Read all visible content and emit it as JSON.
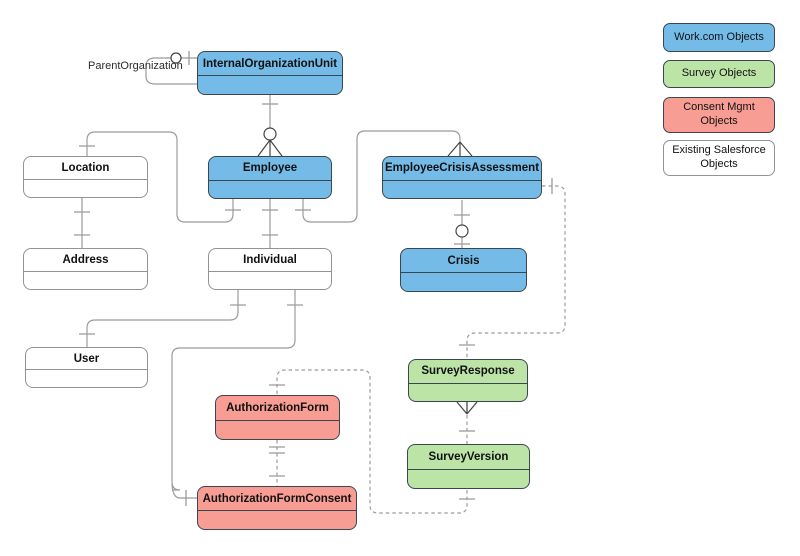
{
  "diagram": {
    "entities": [
      {
        "name": "InternalOrganizationUnit",
        "category": "workcom"
      },
      {
        "name": "Employee",
        "category": "workcom"
      },
      {
        "name": "EmployeeCrisisAssessment",
        "category": "workcom"
      },
      {
        "name": "Crisis",
        "category": "workcom"
      },
      {
        "name": "Location",
        "category": "existing"
      },
      {
        "name": "Address",
        "category": "existing"
      },
      {
        "name": "Individual",
        "category": "existing"
      },
      {
        "name": "User",
        "category": "existing"
      },
      {
        "name": "SurveyResponse",
        "category": "survey"
      },
      {
        "name": "SurveyVersion",
        "category": "survey"
      },
      {
        "name": "AuthorizationForm",
        "category": "consent"
      },
      {
        "name": "AuthorizationFormConsent",
        "category": "consent"
      }
    ],
    "relationship_label": "ParentOrganization",
    "legend": {
      "items": [
        {
          "label": "Work.com Objects",
          "category": "workcom"
        },
        {
          "label": "Survey Objects",
          "category": "survey"
        },
        {
          "label": "Consent Mgmt Objects",
          "category": "consent"
        },
        {
          "label": "Existing Salesforce Objects",
          "category": "existing"
        }
      ]
    },
    "colors": {
      "workcom": "#74bbe8",
      "survey": "#bde4a7",
      "consent": "#f89d94",
      "existing": "#ffffff",
      "border_dark": "#3c4650",
      "border_gray": "#8e9498",
      "line": "#9b9b9b",
      "symbol": "#444444"
    }
  }
}
